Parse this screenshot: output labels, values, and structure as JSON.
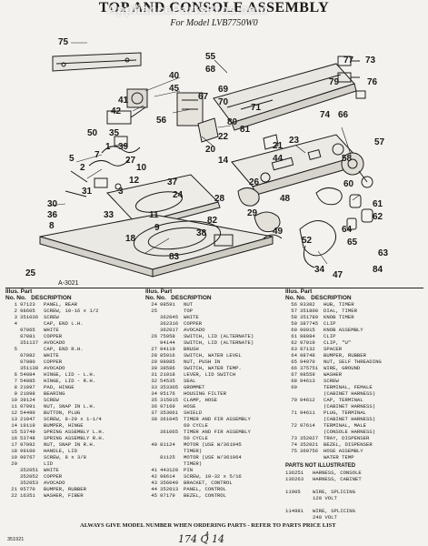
{
  "header": {
    "title": "TOP AND CONSOLE ASSEMBLY",
    "subtitle": "For Model LVB7750W0",
    "watermark": "AppliancePartsPros.com"
  },
  "diagram": {
    "drawing_code": "A-3021",
    "callouts": [
      "75",
      "55",
      "68",
      "40",
      "45",
      "41",
      "42",
      "56",
      "50",
      "35",
      "1",
      "39",
      "5",
      "2",
      "7",
      "27",
      "10",
      "12",
      "3",
      "31",
      "30",
      "36",
      "8",
      "25",
      "73",
      "77",
      "79",
      "76",
      "69",
      "67",
      "70",
      "71",
      "74",
      "66",
      "80",
      "81",
      "22",
      "20",
      "23",
      "21",
      "14",
      "44",
      "37",
      "26",
      "24",
      "28",
      "29",
      "82",
      "38",
      "83",
      "48",
      "49",
      "58",
      "60",
      "61",
      "62",
      "64",
      "65",
      "63",
      "84",
      "57",
      "11",
      "9",
      "18",
      "33",
      "52",
      "34",
      "47"
    ]
  },
  "table": {
    "headers": {
      "part_line1": "Illus. Part",
      "part_line2": "No. No.",
      "description": "DESCRIPTION"
    },
    "columns": [
      [
        [
          "1",
          "97123",
          "PANEL, REAR"
        ],
        [
          "2",
          "98605",
          "SCREW, 10-16 x 1/2"
        ],
        [
          "3",
          "351036",
          "SCREW"
        ],
        [
          "4",
          "",
          "CAP, END L.H."
        ],
        [
          "",
          "97065",
          "WHITE"
        ],
        [
          "",
          "97081",
          "COPPER"
        ],
        [
          "",
          "351137",
          "AVOCADO"
        ],
        [
          "5",
          "",
          "CAP, END R.H."
        ],
        [
          "",
          "97082",
          "WHITE"
        ],
        [
          "",
          "97080",
          "COPPER"
        ],
        [
          "",
          "351138",
          "AVOCADO"
        ],
        [
          "6",
          "54084",
          "HINGE, LID - L.H."
        ],
        [
          "7",
          "54085",
          "HINGE, LID - R.H."
        ],
        [
          "8",
          "21097",
          "PAD, HINGE"
        ],
        [
          "9",
          "21098",
          "BEARING"
        ],
        [
          "10",
          "39124",
          "SCREW"
        ],
        [
          "11",
          "97091",
          "NUT, SNAP IN L.H."
        ],
        [
          "12",
          "54490",
          "BUTTON, PLUG"
        ],
        [
          "13",
          "21047",
          "SCREW, 8-20 x 1-1/4"
        ],
        [
          "14",
          "19119",
          "BUMPER, HINGE"
        ],
        [
          "15",
          "53749",
          "SPRING ASSEMBLY L.H."
        ],
        [
          "16",
          "53748",
          "SPRING ASSEMBLY R.H."
        ],
        [
          "17",
          "97092",
          "NUT, SNAP IN R.H."
        ],
        [
          "18",
          "99100",
          "HANDLE, LID"
        ],
        [
          "19",
          "90767",
          "SCREW, 8 x 3/8"
        ],
        [
          "20",
          "",
          "LID"
        ],
        [
          "",
          "352051",
          "WHITE"
        ],
        [
          "",
          "352052",
          "COPPER"
        ],
        [
          "",
          "352053",
          "AVOCADO"
        ],
        [
          "21",
          "95770",
          "BUMPER, RUBBER"
        ],
        [
          "22",
          "16351",
          "WASHER, FIBER"
        ]
      ],
      [
        [
          "24",
          "98591",
          "NUT"
        ],
        [
          "25",
          "",
          "TOP"
        ],
        [
          "",
          "362045",
          "WHITE"
        ],
        [
          "",
          "362316",
          "COPPER"
        ],
        [
          "",
          "362017",
          "AVOCADO"
        ],
        [
          "26",
          "75958",
          "SWITCH, LID (ALTERNATE)"
        ],
        [
          "",
          "94144",
          "SWITCH, LID (ALTERNATE)"
        ],
        [
          "27",
          "94119",
          "BRUSH"
        ],
        [
          "28",
          "85016",
          "SWITCH, WATER LEVEL"
        ],
        [
          "29",
          "98085",
          "NUT, PUSH IN"
        ],
        [
          "30",
          "38586",
          "SWITCH, WATER TEMP."
        ],
        [
          "31",
          "21018",
          "LEVER, LID SWITCH"
        ],
        [
          "32",
          "54535",
          "SEAL"
        ],
        [
          "33",
          "353305",
          "GROMMET"
        ],
        [
          "34",
          "95176",
          "HOUSING FILTER"
        ],
        [
          "35",
          "315015",
          "CLAMP, HOSE"
        ],
        [
          "36",
          "97169",
          "HOSE"
        ],
        [
          "37",
          "353061",
          "SHIELD"
        ],
        [
          "38",
          "361045",
          "TIMER AND FIR ASSEMBLY"
        ],
        [
          "",
          "",
          "60 CYCLE"
        ],
        [
          "",
          "361065",
          "TIMER AND FIR ASSEMBLY"
        ],
        [
          "",
          "",
          "50 CYCLE"
        ],
        [
          "40",
          "81124",
          "MOTOR (USE W/361045"
        ],
        [
          "",
          "",
          "TIMER)"
        ],
        [
          "",
          "81125",
          "MOTOR (USE W/361064"
        ],
        [
          "",
          "",
          "TIMER)"
        ],
        [
          "41",
          "443120",
          "PIN"
        ],
        [
          "42",
          "98614",
          "SCREW, 10-32 x 5/16"
        ],
        [
          "43",
          "356049",
          "BRACKET, CONTROL"
        ],
        [
          "44",
          "352013",
          "PANEL, CONTROL"
        ],
        [
          "45",
          "97179",
          "BEZEL, CONTROL"
        ]
      ],
      [
        [
          "56",
          "93382",
          "HUB, TIMER"
        ],
        [
          "57",
          "351808",
          "DIAL, TIMER"
        ],
        [
          "58",
          "351789",
          "KNOB TIMER"
        ],
        [
          "59",
          "387745",
          "CLIP"
        ],
        [
          "60",
          "90015",
          "KNOB ASSEMBLY"
        ],
        [
          "61",
          "98084",
          "CLIP"
        ],
        [
          "62",
          "97019",
          "CLIP, \"U\""
        ],
        [
          "63",
          "97132",
          "SPACER"
        ],
        [
          "64",
          "98748",
          "BUMPER, RUBBER"
        ],
        [
          "65",
          "94970",
          "NUT, SELF THREADING"
        ],
        [
          "66",
          "375751",
          "WIRE, GROUND"
        ],
        [
          "67",
          "98559",
          "WASHER"
        ],
        [
          "68",
          "94613",
          "SCREW"
        ],
        [
          "69",
          "",
          "TERMINAL, FEMALE"
        ],
        [
          "",
          "",
          "(CABINET HARNESS)"
        ],
        [
          "70",
          "94612",
          "CAP, TERMINAL"
        ],
        [
          "",
          "",
          "(CABINET HARNESS)"
        ],
        [
          "71",
          "94611",
          "PLUG, TERMINAL"
        ],
        [
          "",
          "",
          "(CABINET HARNESS)"
        ],
        [
          "72",
          "97614",
          "TERMINAL, MALE"
        ],
        [
          "",
          "",
          "(CONSOLE HARNESS)"
        ],
        [
          "73",
          "352027",
          "TRAY, DISPENSER"
        ],
        [
          "74",
          "352021",
          "BEZEL, DISPENSER"
        ],
        [
          "75",
          "360756",
          "HOSE ASSEMBLY"
        ],
        [
          "",
          "",
          "WATER TEMP"
        ]
      ]
    ],
    "not_illustrated_title": "PARTS NOT ILLUSTRATED",
    "not_illustrated": [
      [
        "136251",
        "HARNESS, CONSOLE"
      ],
      [
        "136263",
        "HARNESS, CABINET"
      ],
      [
        "",
        ""
      ],
      [
        "11905",
        "WIRE, SPLICING"
      ],
      [
        "",
        "120 VOLT"
      ],
      [
        "",
        ""
      ],
      [
        "114981",
        "WIRE, SPLICING"
      ],
      [
        "",
        "240 VOLT"
      ]
    ],
    "footer": "ALWAYS GIVE MODEL NUMBER WHEN ORDERING PARTS - REFER TO PARTS PRICE LIST"
  },
  "bottom": {
    "page_number": "4",
    "handwritten": "174 Q 14",
    "print_code": "351921"
  }
}
